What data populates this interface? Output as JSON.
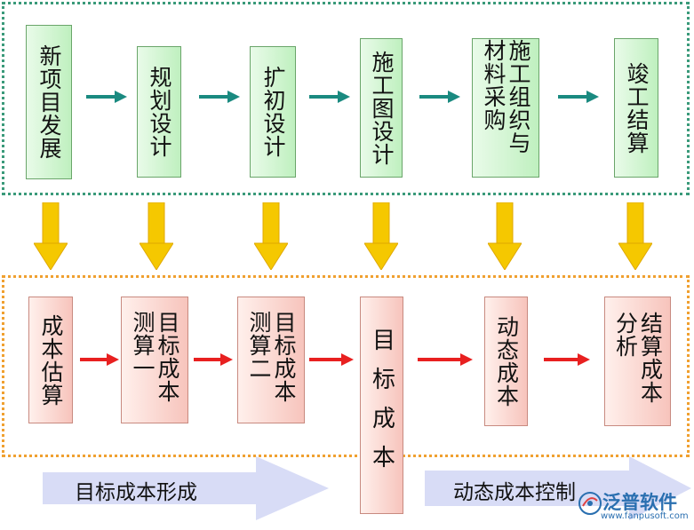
{
  "top_row": [
    {
      "id": "new-project",
      "text": "新项目发展"
    },
    {
      "id": "planning-design",
      "text": "规划设计"
    },
    {
      "id": "preliminary-design",
      "text": "扩初设计"
    },
    {
      "id": "construction-drawing",
      "text": "施工图设计"
    },
    {
      "id": "construction-procurement",
      "text": "施工组织与材料采购"
    },
    {
      "id": "completion-settlement",
      "text": "竣工结算"
    }
  ],
  "bottom_row": [
    {
      "id": "cost-estimate",
      "text": "成本估算"
    },
    {
      "id": "target-cost-calc-1",
      "text": "目标成本测算一"
    },
    {
      "id": "target-cost-calc-2",
      "text": "目标成本测算二"
    },
    {
      "id": "target-cost",
      "text": "目标成本"
    },
    {
      "id": "dynamic-cost",
      "text": "动态成本"
    },
    {
      "id": "settlement-analysis",
      "text": "结算成本分析"
    }
  ],
  "phases": {
    "formation": "目标成本形成",
    "control": "动态成本控制"
  },
  "logo": {
    "name": "泛普软件",
    "url": "www.fanpusoft.com"
  },
  "colors": {
    "top_box": "#c8f2c8",
    "bottom_box": "#f9cfc7",
    "top_arrow": "#1a8a80",
    "bottom_arrow": "#e82020",
    "down_arrow": "#f5c800",
    "phase_arrow": "#d8dcf6"
  }
}
